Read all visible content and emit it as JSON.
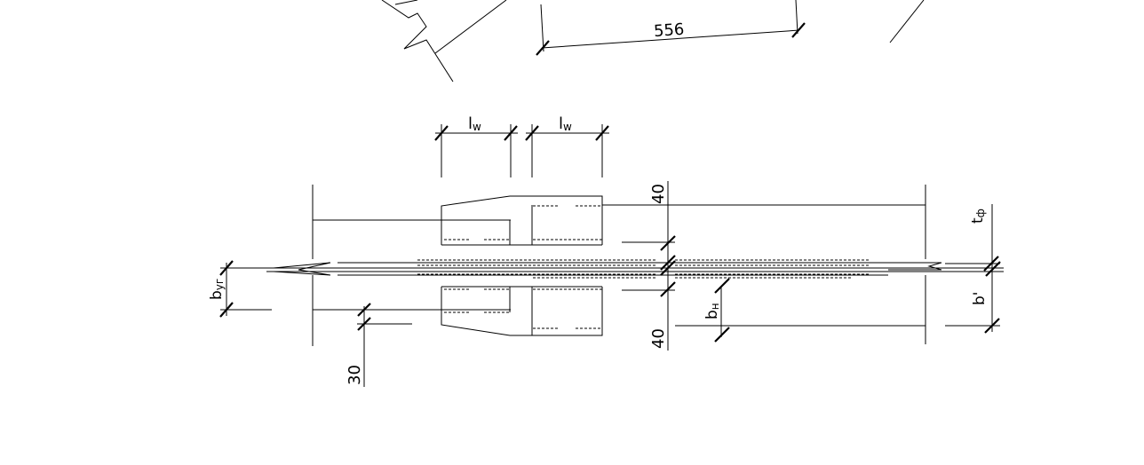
{
  "drawing": {
    "top_dimension": "556",
    "lw_left": "l",
    "lw_right": "l",
    "lw_sub": "w",
    "edge_top": "40",
    "edge_bottom": "40",
    "gap": "30",
    "b_yg": "b",
    "b_yg_sub": "уг",
    "b_h": "b",
    "b_h_sub": "н",
    "t_f": "t",
    "t_f_sub": "ф",
    "b_prime": "b'"
  }
}
